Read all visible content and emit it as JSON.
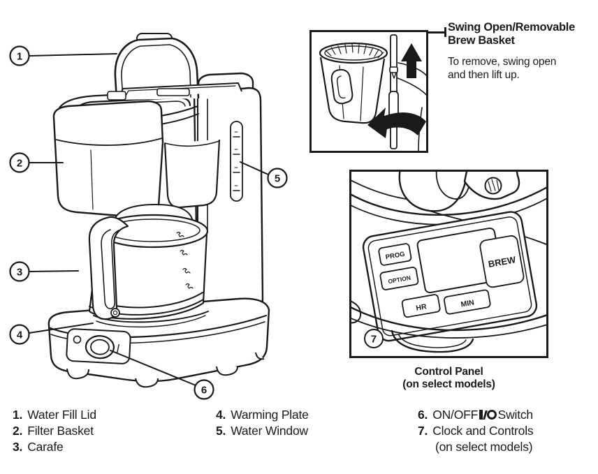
{
  "colors": {
    "ink": "#1a1a1a",
    "paper": "#ffffff"
  },
  "callouts": {
    "c1": "1",
    "c2": "2",
    "c3": "3",
    "c4": "4",
    "c5": "5",
    "c6": "6",
    "c7": "7"
  },
  "brew_basket_inset": {
    "title_line1": "Swing Open/Removable",
    "title_line2": "Brew Basket",
    "body_line1": "To remove, swing open",
    "body_line2": "and then lift up."
  },
  "control_panel_inset": {
    "button_prog": "PROG",
    "button_option": "OPTION",
    "button_hr": "HR",
    "button_min": "MIN",
    "button_brew": "BREW",
    "caption_line1": "Control Panel",
    "caption_line2": "(on select models)"
  },
  "legend": {
    "item1_num": "1.",
    "item1_label": "Water Fill Lid",
    "item2_num": "2.",
    "item2_label": "Filter Basket",
    "item3_num": "3.",
    "item3_label": "Carafe",
    "item4_num": "4.",
    "item4_label": "Warming Plate",
    "item5_num": "5.",
    "item5_label": "Water Window",
    "item6_num": "6.",
    "item6_label_pre": "ON/OFF",
    "item6_symbol": "I/O",
    "item6_label_post": "Switch",
    "item7_num": "7.",
    "item7_label": "Clock and Controls",
    "item7_sub": "(on select models)"
  }
}
